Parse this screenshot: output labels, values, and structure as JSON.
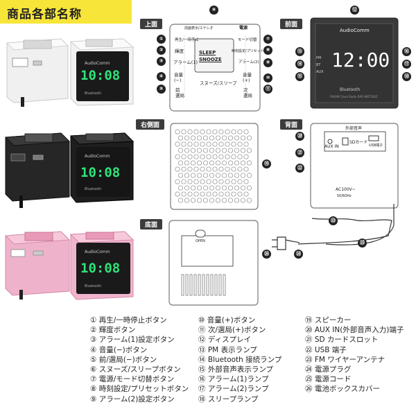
{
  "header": {
    "title": "商品各部名称"
  },
  "panels": {
    "top": "上面",
    "front": "前面",
    "right": "右側面",
    "back": "背面",
    "bottom": "底面"
  },
  "product": {
    "brand": "AudioComm",
    "bluetooth": "Bluetooth",
    "time": "10:08",
    "big_time": "12:00",
    "front_caption": "FM/AM Cloud Radio RAD-MBT100Z"
  },
  "top_labels": {
    "l1": "再生/一時停止",
    "l2": "輝度",
    "l3": "アラーム(1)",
    "l4a": "音量",
    "l4b": "(−)",
    "l5a": "前",
    "l5b": "選局",
    "snooze_label": "スヌーズ/スリープ",
    "r_top": "電源",
    "r7": "モード切替",
    "r8": "時刻設定/プリセット",
    "r9": "アラーム(2)",
    "r10a": "音量",
    "r10b": "(+)",
    "r11a": "次",
    "r11b": "選局",
    "top_header": "前面表示/ステレオ",
    "snooze_btn1": "SLEEP",
    "snooze_btn2": "SNOOZE"
  },
  "front_indicators": {
    "pm": "PM",
    "bt": "BT",
    "aux": "AUX"
  },
  "back_labels": {
    "header": "外部音声",
    "aux": "AUX IN",
    "sd": "SDカード",
    "usb": "USB端子",
    "power": "AC100V~",
    "power2": "50/60Hz"
  },
  "bottom_labels": {
    "open": "OPEN"
  },
  "legend": {
    "col1": [
      "① 再生/一時停止ボタン",
      "② 輝度ボタン",
      "③ アラーム(1)設定ボタン",
      "④ 音量(−)ボタン",
      "⑤ 前/選局(−)ボタン",
      "⑥ スヌーズ/スリープボタン",
      "⑦ 電源/モード切替ボタン",
      "⑧ 時刻設定/プリセットボタン",
      "⑨ アラーム(2)設定ボタン"
    ],
    "col2": [
      "⑩ 音量(+)ボタン",
      "⑪ 次/選局(+)ボタン",
      "⑫ ディスプレイ",
      "⑬ PM 表示ランプ",
      "⑭ Bluetooth 接続ランプ",
      "⑮ 外部音声表示ランプ",
      "⑯ アラーム(1)ランプ",
      "⑰ アラーム(2)ランプ",
      "⑱ スリープランプ"
    ],
    "col3": [
      "⑲ スピーカー",
      "⑳ AUX IN(外部音声入力)端子",
      "㉑ SD カードスロット",
      "㉒ USB 端子",
      "㉓ FM ワイヤーアンテナ",
      "㉔ 電源プラグ",
      "㉕ 電源コード",
      "㉖ 電池ボックスカバー"
    ]
  },
  "callouts": [
    "⑥",
    "①",
    "②",
    "③",
    "④",
    "⑤",
    "⑦",
    "⑧",
    "⑨",
    "⑩",
    "⑪",
    "⑫",
    "⑬",
    "⑭",
    "⑮",
    "⑯",
    "⑰",
    "⑱",
    "⑲",
    "⑳",
    "㉑",
    "㉒",
    "㉓",
    "㉔",
    "㉕",
    "㉖"
  ],
  "colors": {
    "banner": "#f7e53a",
    "white_body": "#f2f2f2",
    "black_body": "#1e1e1e",
    "pink_body": "#f0b4cc",
    "led": "#2fe37a",
    "panel_dark": "#3c3c3c"
  }
}
